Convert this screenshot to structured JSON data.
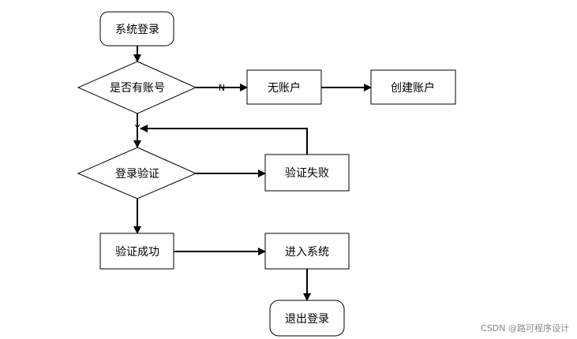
{
  "nodes": {
    "login": "系统登录",
    "has_account": "是否有账号",
    "no_account": "无账户",
    "create_account": "创建账户",
    "verify": "登录验证",
    "verify_fail": "验证失败",
    "verify_success": "验证成功",
    "enter_system": "进入系统",
    "logout": "退出登录"
  },
  "edge_labels": {
    "no": "N",
    "yes": "Y"
  },
  "watermark": "CSDN @路可程序设计"
}
